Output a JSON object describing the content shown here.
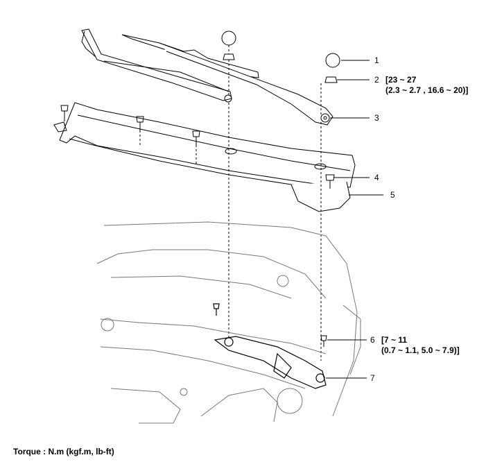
{
  "callouts": [
    {
      "num": "1"
    },
    {
      "num": "2",
      "spec": [
        "[23 ~ 27",
        "(2.3 ~ 2.7 , 16.6 ~ 20)]"
      ]
    },
    {
      "num": "3"
    },
    {
      "num": "4"
    },
    {
      "num": "5"
    },
    {
      "num": "6",
      "spec": [
        "[7 ~ 11",
        "(0.7 ~ 1.1, 5.0 ~ 7.9)]"
      ]
    },
    {
      "num": "7"
    }
  ],
  "footer": "Torque : N.m (kgf.m, lb-ft)"
}
